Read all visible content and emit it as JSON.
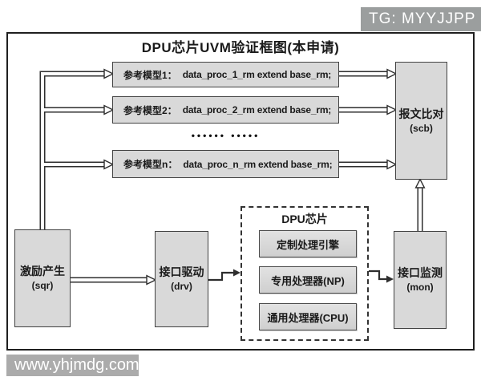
{
  "badge": {
    "text": "TG: MYYJJPP"
  },
  "watermark": {
    "text": "www.yhjmdg.com"
  },
  "diagram": {
    "title": "DPU芯片UVM验证框图(本申请)",
    "models": [
      {
        "label": "参考模型1：",
        "code": "data_proc_1_rm extend base_rm;"
      },
      {
        "label": "参考模型2：",
        "code": "data_proc_2_rm extend base_rm;"
      },
      {
        "label": "参考模型n：",
        "code": "data_proc_n_rm extend base_rm;"
      }
    ],
    "ellipsis": "•••••• •••••",
    "scb": {
      "name": "报文比对",
      "tag": "(scb)"
    },
    "sqr": {
      "name": "激励产生",
      "tag": "(sqr)"
    },
    "drv": {
      "name": "接口驱动",
      "tag": "(drv)"
    },
    "mon": {
      "name": "接口监测",
      "tag": "(mon)"
    },
    "dpu": {
      "title": "DPU芯片",
      "components": [
        "定制处理引擎",
        "专用处理器(NP)",
        "通用处理器(CPU)"
      ]
    }
  },
  "colors": {
    "badge_bg": "#9b9e9e",
    "watermark_bg": "#ababab",
    "box_fill": "#d9d9d9",
    "box_border": "#424242",
    "outer_border": "#1f1f1f",
    "wire": "#2e2e2e"
  }
}
